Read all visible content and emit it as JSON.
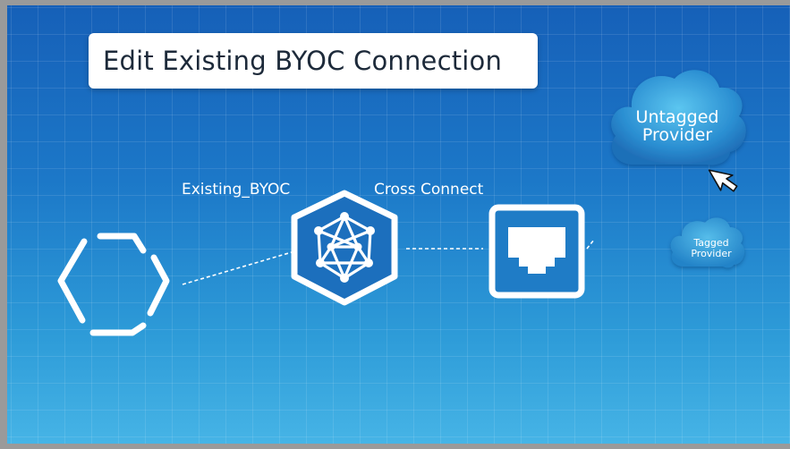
{
  "title": "Edit Existing BYOC Connection",
  "labels": {
    "existing_byoc": "Existing_BYOC",
    "cross_connect": "Cross Connect"
  },
  "clouds": {
    "untagged": {
      "line1": "Untagged",
      "line2": "Provider"
    },
    "tagged": {
      "line1": "Tagged",
      "line2": "Provider"
    }
  },
  "icons": {
    "hexagon_outline": "hexagon-outline-icon",
    "byoc_network": "network-mesh-icon",
    "cross_connect_port": "ethernet-port-icon",
    "cloud": "cloud-icon",
    "cursor": "mouse-cursor-icon"
  },
  "colors": {
    "background_top": "#1660b8",
    "background_bottom": "#46b4e6",
    "title_box": "#ffffff",
    "stroke": "#ffffff"
  }
}
